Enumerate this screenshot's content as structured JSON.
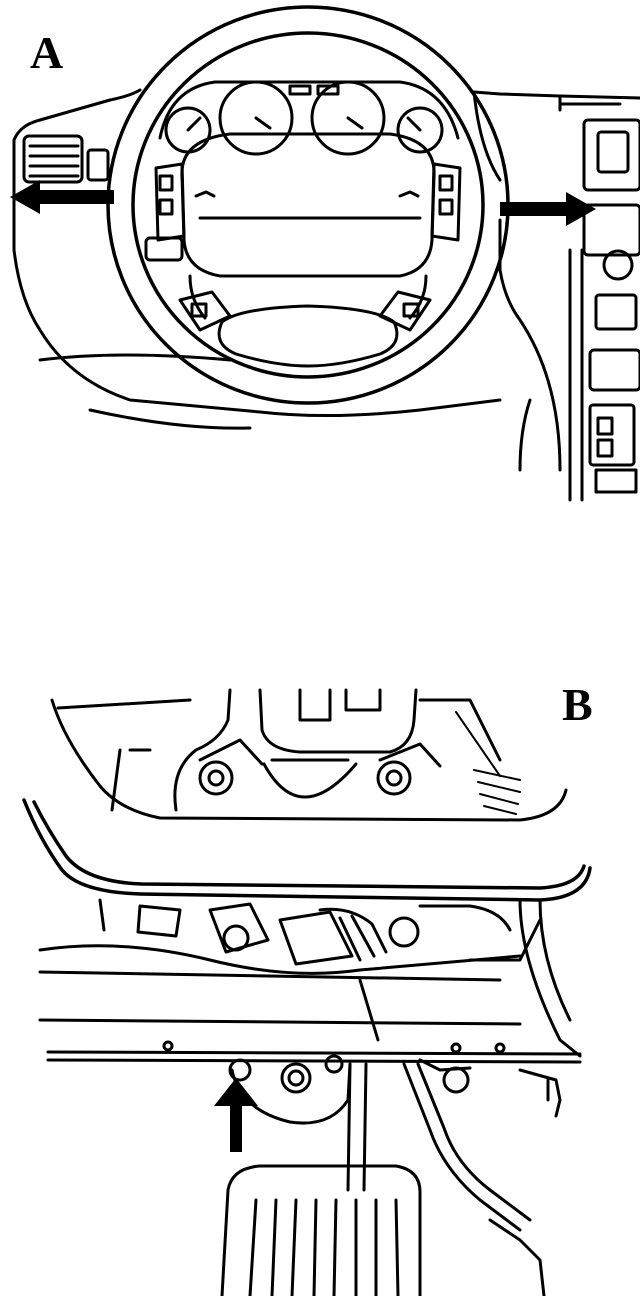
{
  "panels": [
    {
      "id": "A",
      "label": "A",
      "subject": "steering-wheel-and-instrument-cluster"
    },
    {
      "id": "B",
      "label": "B",
      "subject": "under-dash-steering-column-and-pedal"
    }
  ],
  "icons": {
    "arrow_left": "arrow-left-icon",
    "arrow_right": "arrow-right-icon",
    "arrow_up": "arrow-up-icon"
  },
  "colors": {
    "ink": "#000000",
    "paper": "#ffffff"
  }
}
